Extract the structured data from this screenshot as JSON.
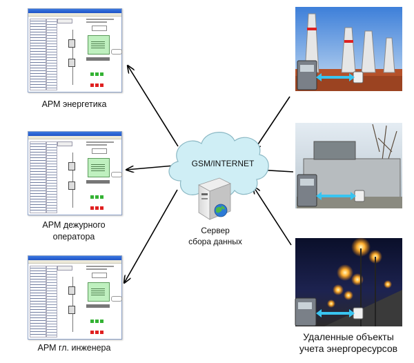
{
  "workstations": [
    {
      "label": "АРМ энергетика"
    },
    {
      "label": "АРМ дежурного оператора"
    },
    {
      "label": "АРМ гл. инженера"
    }
  ],
  "network": {
    "label": "GSM/INTERNET"
  },
  "server": {
    "label_line1": "Сервер",
    "label_line2": "сбора данных"
  },
  "remote_objects": {
    "label_line1": "Удаленные объекты",
    "label_line2": "учета энергоресурсов"
  },
  "colors": {
    "cloud_fill": "#cfeef5",
    "cloud_stroke": "#8bb8c4",
    "arrow": "#000000",
    "link_arrow": "#39c4f0",
    "status_green": "#33b233",
    "status_red": "#e02020"
  }
}
